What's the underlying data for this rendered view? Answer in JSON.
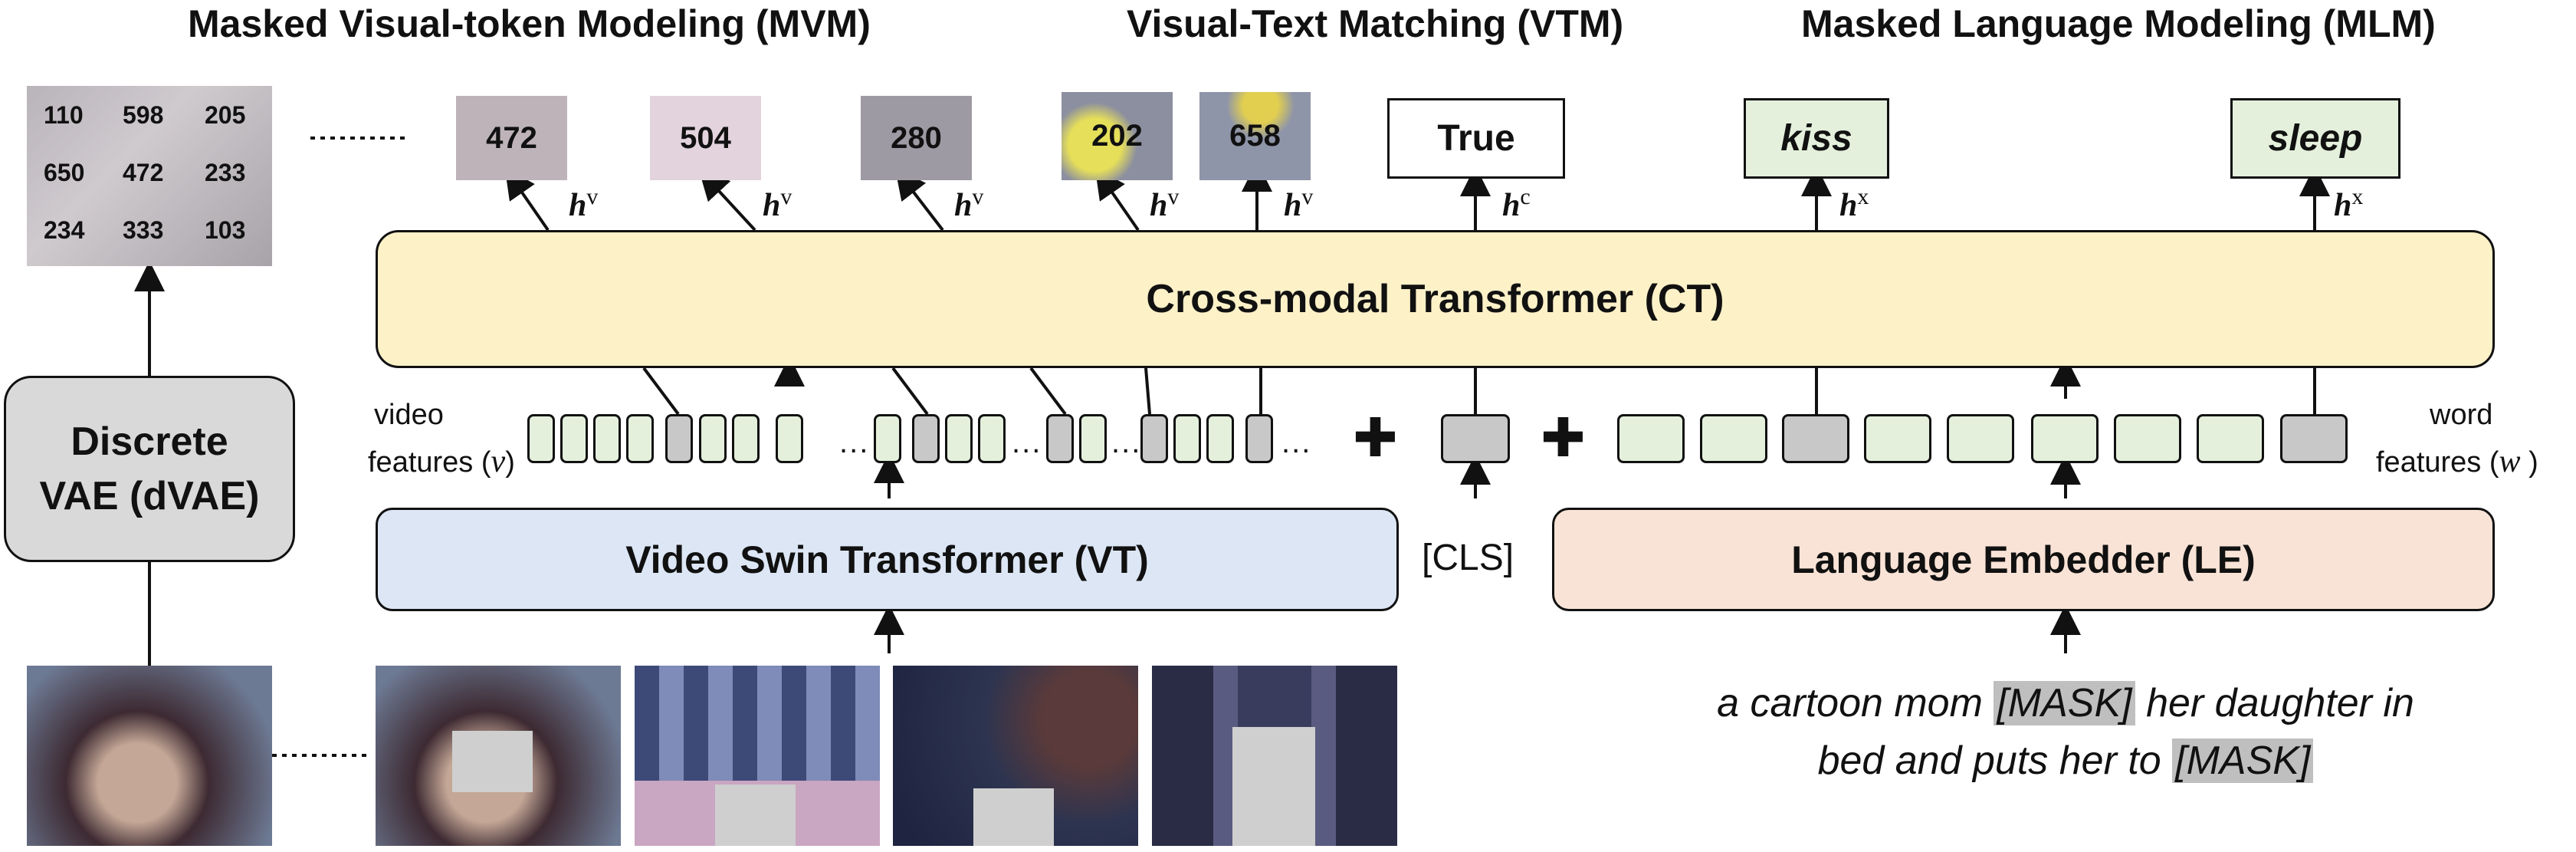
{
  "headings": {
    "mvm": "Masked Visual-token Modeling (MVM)",
    "vtm": "Visual-Text Matching (VTM)",
    "mlm": "Masked Language Modeling (MLM)"
  },
  "blocks": {
    "ct": "Cross-modal Transformer (CT)",
    "vt": "Video Swin Transformer (VT)",
    "le": "Language Embedder (LE)",
    "dvae_line1": "Discrete",
    "dvae_line2": "VAE (dVAE)",
    "cls": "[CLS]"
  },
  "feature_labels": {
    "video_line1": "video",
    "video_line2": "features (",
    "video_sym": "v",
    "video_close": ")",
    "word_line1": "word",
    "word_line2": "features (",
    "word_sym": "w",
    "word_close": " )"
  },
  "token_grid": [
    "110",
    "598",
    "205",
    "650",
    "472",
    "233",
    "234",
    "333",
    "103"
  ],
  "visual_targets": [
    "472",
    "504",
    "280",
    "202",
    "658"
  ],
  "vtm_target": "True",
  "mlm_targets": [
    "kiss",
    "sleep"
  ],
  "h_symbols": {
    "h": "h",
    "v": "v",
    "c": "c",
    "x": "x"
  },
  "ellipsis": "..........",
  "ellipsis_short": "...",
  "caption": {
    "line1_a": "a cartoon mom ",
    "mask": "[MASK]",
    "line1_b": " her daughter in",
    "line2_a": "bed and puts her to "
  },
  "plus": "✚",
  "colors": {
    "ct_fill": "#fdf1c8",
    "vt_fill": "#dce6f5",
    "le_fill": "#f9e3d6",
    "dvae_fill": "#d9d9d9",
    "word_token": "#e4f0dc",
    "masked_token": "#c8c8c8"
  }
}
